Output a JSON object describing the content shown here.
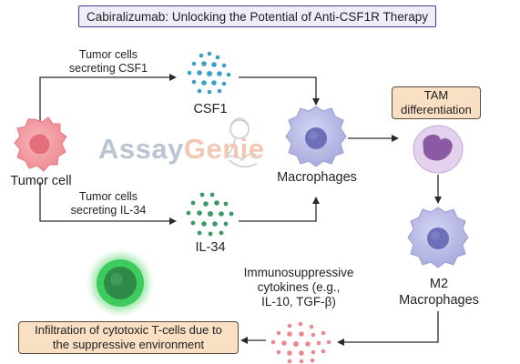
{
  "title": "Cabiralizumab: Unlocking the Potential of Anti-CSF1R Therapy",
  "labels": {
    "tumor_cell": "Tumor cell",
    "csf1_source_line1": "Tumor cells",
    "csf1_source_line2": "secreting CSF1",
    "il34_source_line1": "Tumor cells",
    "il34_source_line2": "secreting IL-34",
    "csf1": "CSF1",
    "il34": "IL-34",
    "macrophages": "Macrophages",
    "tam_line1": "TAM",
    "tam_line2": "differentiation",
    "m2_line1": "M2",
    "m2_line2": "Macrophages",
    "cytokines_line1": "Immunosuppressive",
    "cytokines_line2": "cytokines (e.g.,",
    "cytokines_line3": "IL-10, TGF-β)",
    "infiltration_line1": "Infiltration of cytotoxic T-cells due to",
    "infiltration_line2": "the suppressive environment"
  },
  "watermark": {
    "part1": "Assay",
    "part2": "Genie"
  },
  "colors": {
    "title_border": "#3d3f8e",
    "title_fill": "#eeeef8",
    "note_fill": "#f9dfc3",
    "tumor_cell": "#f0949a",
    "csf1_dots": "#3aa0c8",
    "il34_dots": "#3a9a66",
    "macrophage": "#b7b9e6",
    "tam": "#c9a8d8",
    "cytokine_dots": "#e88a90",
    "tcell_glow": "#4ad06a"
  },
  "icons": {
    "tumor_cell": "tumor-cell-icon",
    "csf1": "csf1-molecules-icon",
    "il34": "il34-molecules-icon",
    "macrophage": "macrophage-icon",
    "tam": "tam-cell-icon",
    "m2": "m2-macrophage-icon",
    "cytokines": "cytokine-molecules-icon",
    "tcell": "t-cell-icon",
    "genie": "genie-logo-icon"
  }
}
